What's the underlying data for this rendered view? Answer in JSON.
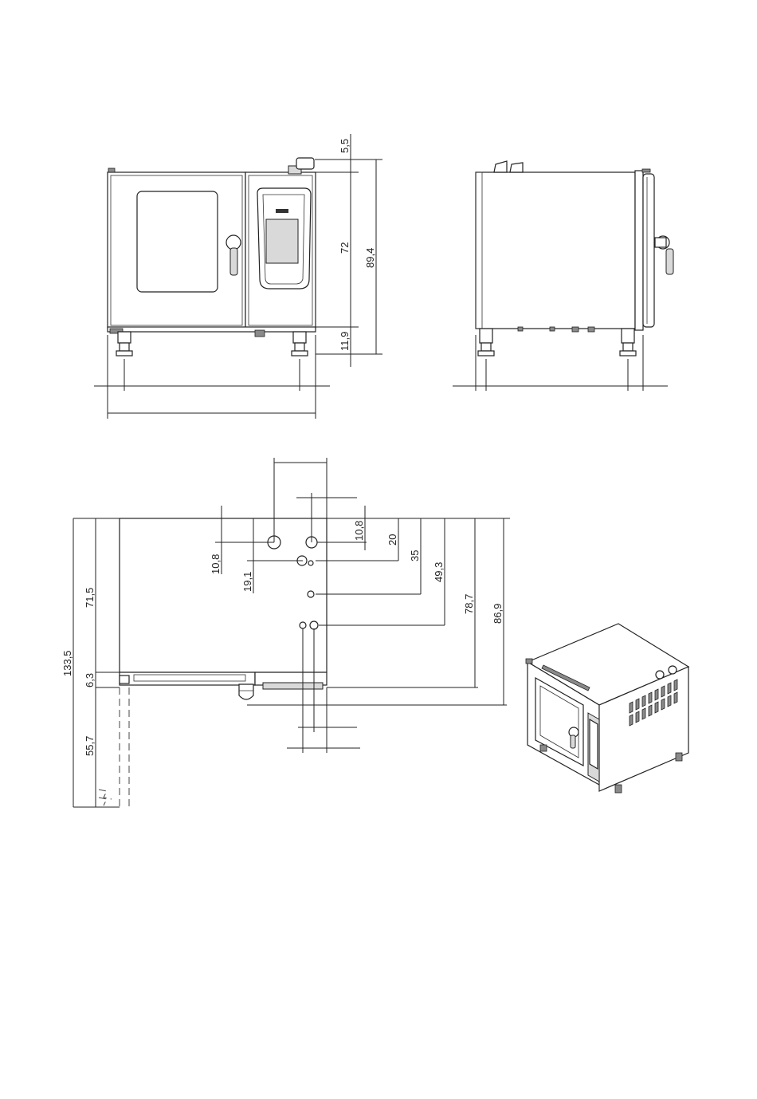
{
  "front_view": {
    "dims": {
      "top_offset": "5,5",
      "panel_height": "72",
      "total_height": "89,4",
      "leg_height": "11,9"
    }
  },
  "top_view": {
    "dims": {
      "depth_total": "133,5",
      "body_depth": "71,5",
      "door_depth": "6,3",
      "door_swing": "55,7",
      "drain_offset_a": "10,8",
      "drain_offset_b": "19,1",
      "conn_right": "10,8",
      "conn_20": "20",
      "conn_35": "35",
      "conn_49": "49,3",
      "conn_78": "78,7",
      "conn_86": "86,9"
    }
  },
  "colors": {
    "line": "#222222",
    "panel_grey": "#d9d9d9",
    "paper": "#ffffff"
  }
}
